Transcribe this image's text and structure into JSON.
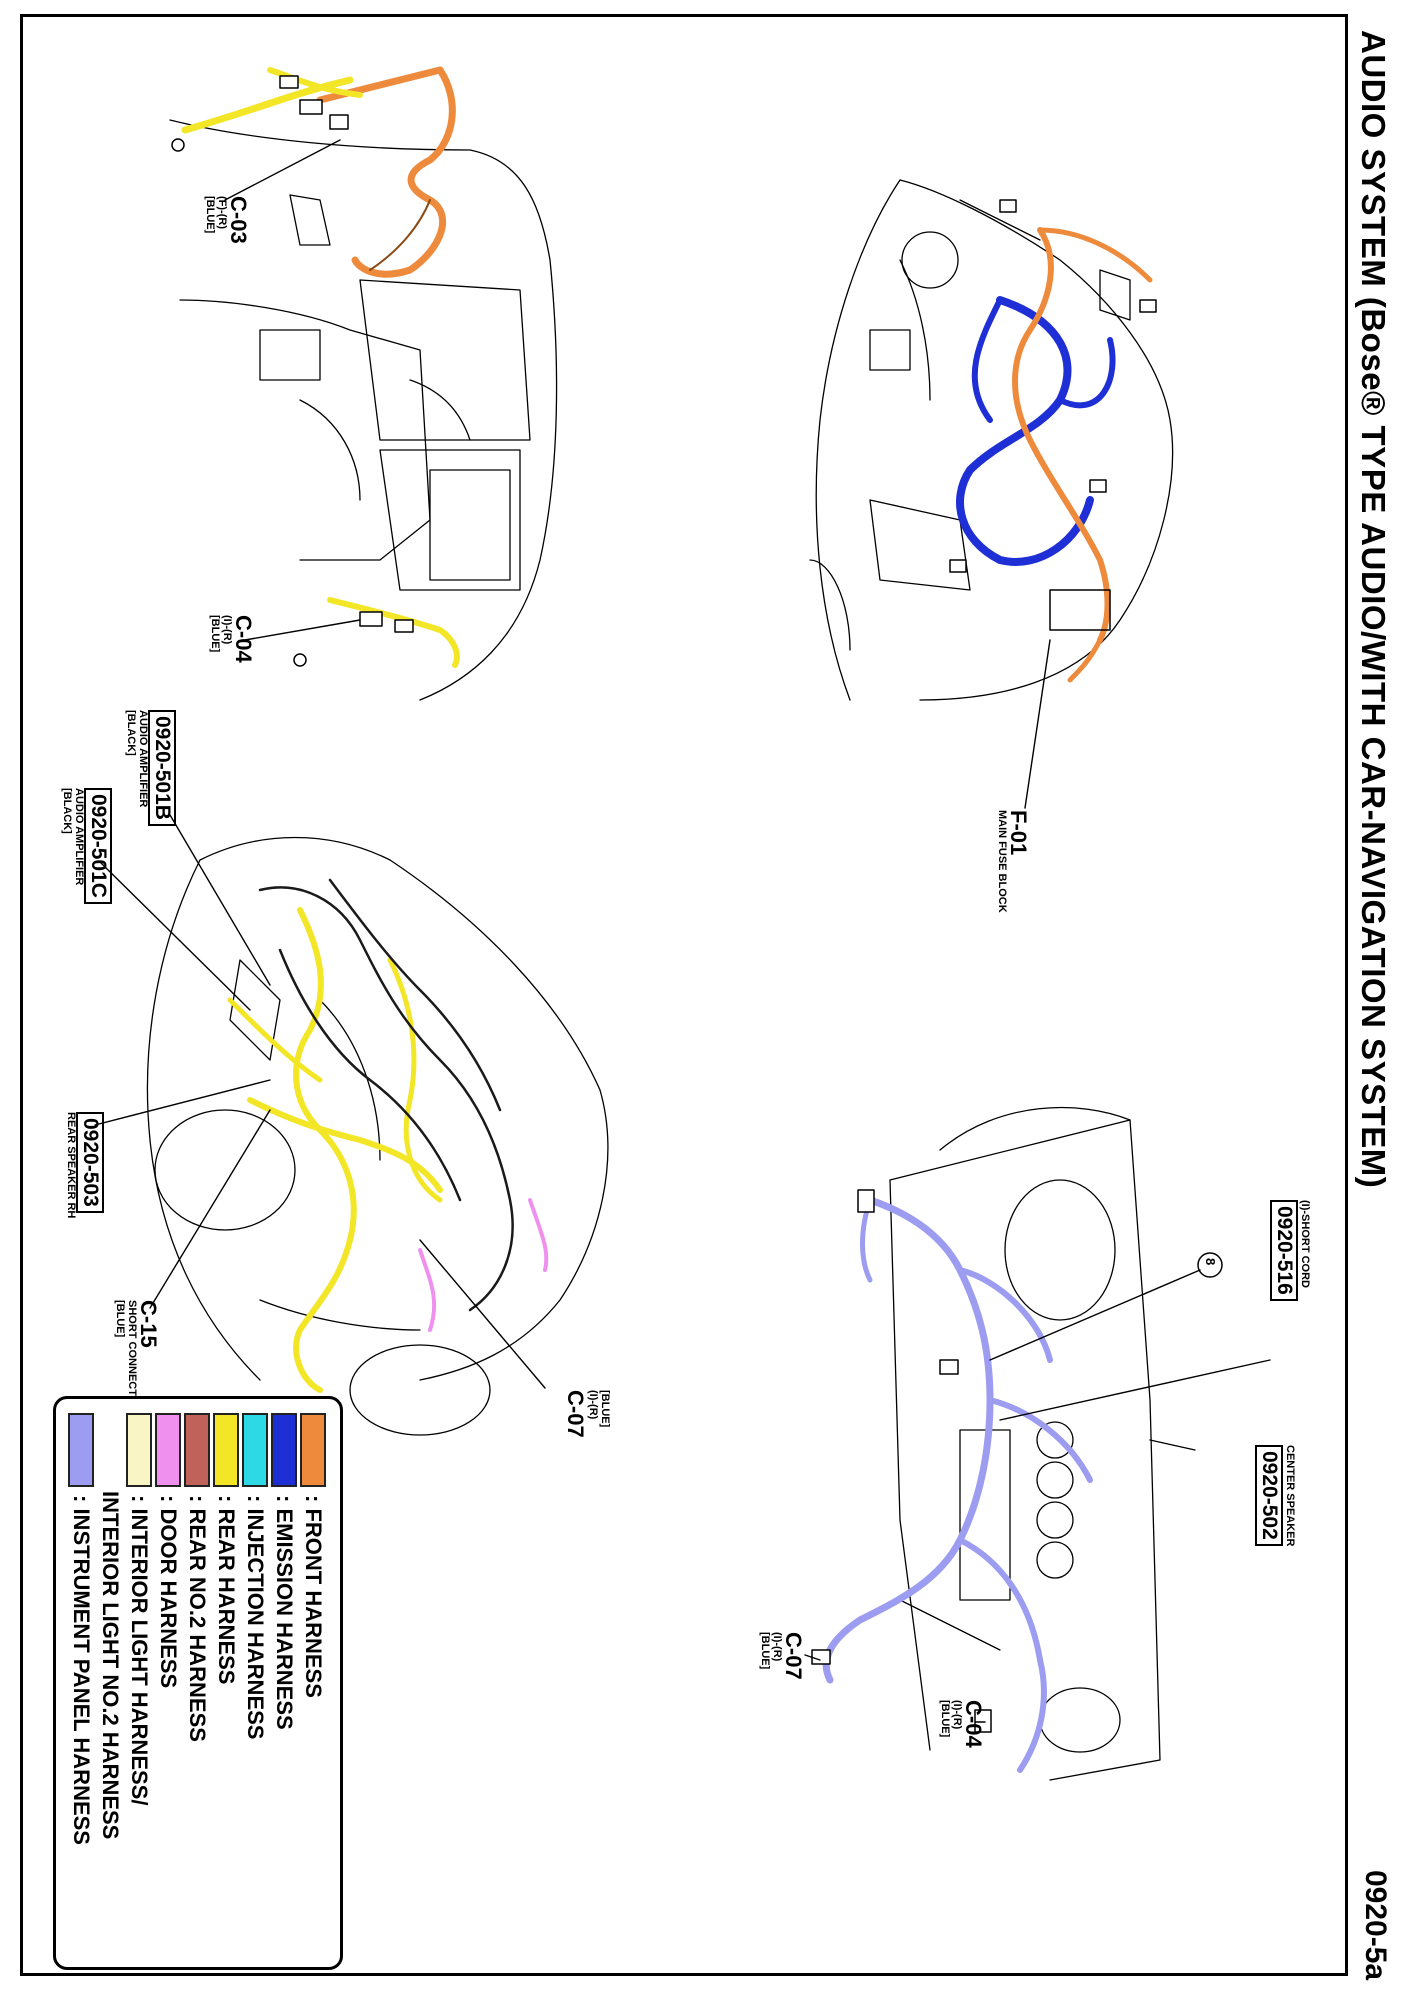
{
  "title": "AUDIO SYSTEM (Bose® TYPE AUDIO/WITH CAR-NAVIGATION SYSTEM)",
  "page_code": "0920-5a",
  "labels": {
    "c03": {
      "id": "C-03",
      "sub1": "(F)-(R)",
      "sub2": "[BLUE]"
    },
    "c04a": {
      "id": "C-04",
      "sub1": "(I)-(R)",
      "sub2": "[BLUE]"
    },
    "f01": {
      "id": "F-01",
      "sub1": "MAIN FUSE BLOCK"
    },
    "amp_b": {
      "code": "0920-501B",
      "sub1": "AUDIO AMPLIFIER",
      "sub2": "[BLACK]"
    },
    "amp_c": {
      "code": "0920-501C",
      "sub1": "AUDIO AMPLIFIER",
      "sub2": "[BLACK]"
    },
    "rear_spk": {
      "code": "0920-503",
      "sub1": "REAR SPEAKER RH"
    },
    "c15": {
      "id": "C-15",
      "sub1": "SHORT CONNECTOR",
      "sub2": "[BLUE]"
    },
    "c07a": {
      "id": "C-07",
      "sub1": "(I)-(R)",
      "sub2": "[BLUE]"
    },
    "short_cord": {
      "code": "0920-516",
      "sub1": "(I)-SHORT CORD"
    },
    "center_spk": {
      "code": "0920-502",
      "sub1": "CENTER SPEAKER"
    },
    "c07b": {
      "id": "C-07",
      "sub1": "(I)-(R)",
      "sub2": "[BLUE]"
    },
    "c04b": {
      "id": "C-04",
      "sub1": "(I)-(R)",
      "sub2": "[BLUE]"
    },
    "ref8": {
      "id": "8"
    }
  },
  "legend": [
    {
      "color": "#EE8A3C",
      "label": ": FRONT HARNESS"
    },
    {
      "color": "#1F2FD6",
      "label": ": EMISSION HARNESS"
    },
    {
      "color": "#2ED9E6",
      "label": ": INJECTION HARNESS"
    },
    {
      "color": "#F2E626",
      "label": ": REAR HARNESS"
    },
    {
      "color": "#C0625A",
      "label": ": REAR NO.2 HARNESS"
    },
    {
      "color": "#F090EE",
      "label": ": DOOR HARNESS"
    },
    {
      "color": "#FAF5C4",
      "label": ": INTERIOR LIGHT HARNESS/"
    },
    {
      "color": "",
      "label": "  INTERIOR LIGHT NO.2 HARNESS"
    },
    {
      "color": "#9C9CF0",
      "label": ": INSTRUMENT PANEL HARNESS"
    }
  ],
  "harness_colors": {
    "front": "#EE8A3C",
    "emission": "#1F2FD6",
    "rear": "#F2E626",
    "door": "#F090EE",
    "instrument": "#9C9CF0",
    "dark": "#1a1a1a"
  }
}
